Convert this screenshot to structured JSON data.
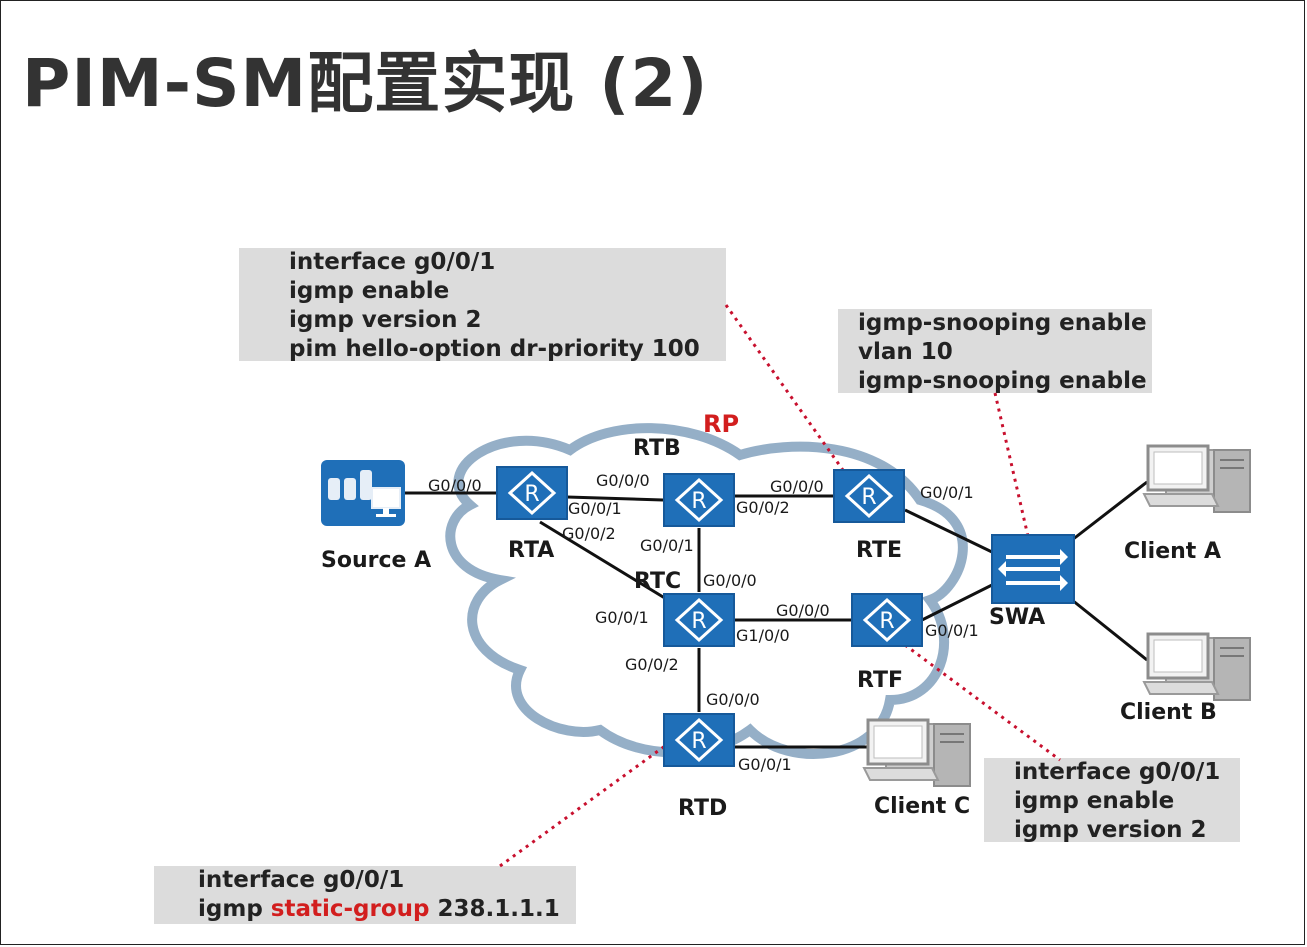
{
  "title": "PIM-SM配置实现 (2)",
  "config_boxes": {
    "rte": [
      "interface g0/0/1",
      "igmp enable",
      "igmp version 2",
      "pim hello-option dr-priority 100"
    ],
    "swa": [
      "igmp-snooping enable",
      "vlan 10",
      "igmp-snooping enable"
    ],
    "rtf": [
      "interface g0/0/1",
      "igmp enable",
      "igmp version 2"
    ],
    "rtd": {
      "line1": "interface g0/0/1",
      "line2_prefix": "igmp ",
      "line2_highlight": "static-group",
      "line2_suffix": " 238.1.1.1"
    }
  },
  "rp_label": "RP",
  "devices": {
    "source_a": "Source A",
    "rta": "RTA",
    "rtb": "RTB",
    "rtc": "RTC",
    "rtd": "RTD",
    "rte": "RTE",
    "rtf": "RTF",
    "swa": "SWA",
    "client_a": "Client A",
    "client_b": "Client B",
    "client_c": "Client C"
  },
  "router_glyph": "R",
  "ports": {
    "rta_source": "G0/0/0",
    "rtb_rta": "G0/0/0",
    "rta_rtb": "G0/0/1",
    "rta_rtc": "G0/0/2",
    "rte_rtb": "G0/0/0",
    "rtb_rte": "G0/0/2",
    "rte_swa": "G0/0/1",
    "rtb_rtc": "G0/0/1",
    "rtc_rtb": "G0/0/0",
    "rtc_rta": "G0/0/1",
    "rtf_rtc": "G0/0/0",
    "rtc_rtf": "G1/0/0",
    "rtf_swa": "G0/0/1",
    "rtc_rtd": "G0/0/2",
    "rtd_rtc": "G0/0/0",
    "rtd_clientc": "G0/0/1"
  },
  "colors": {
    "router_blue": "#1f6fb8",
    "cloud_stroke": "#8aa7c2",
    "dotted_red": "#c8102e",
    "config_bg": "#dcdcdc",
    "highlight_red": "#d21e1e"
  }
}
